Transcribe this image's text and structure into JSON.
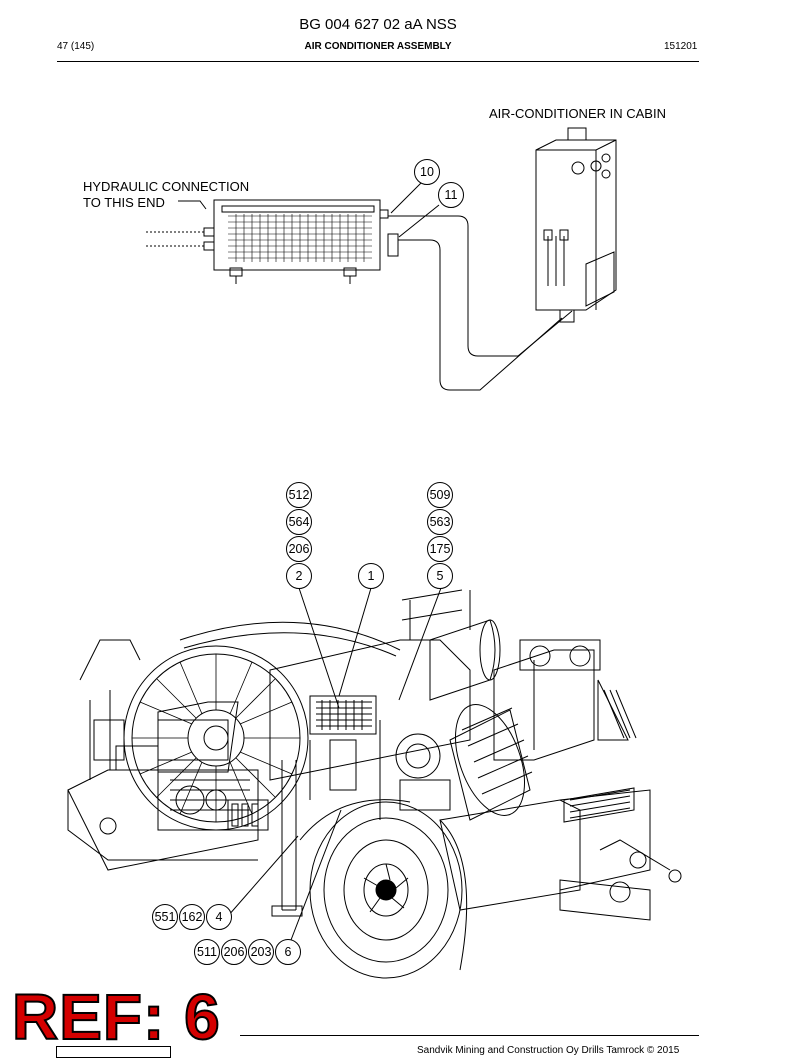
{
  "header": {
    "doc_id": "BG 004 627 02 aA NSS",
    "page": "47 (145)",
    "title": "AIR CONDITIONER ASSEMBLY",
    "code": "151201"
  },
  "diagram": {
    "label_cabin": "AIR-CONDITIONER IN CABIN",
    "label_hydraulic_line1": "HYDRAULIC CONNECTION",
    "label_hydraulic_line2": "TO THIS END",
    "callouts": {
      "c10": "10",
      "c11": "11",
      "c512": "512",
      "c564": "564",
      "c206a": "206",
      "c2": "2",
      "c1": "1",
      "c509": "509",
      "c563": "563",
      "c175": "175",
      "c5": "5",
      "c551": "551",
      "c162": "162",
      "c4": "4",
      "c511": "511",
      "c206b": "206",
      "c203": "203",
      "c6": "6"
    }
  },
  "stamp": {
    "text": "REF: 6",
    "color": "#d40000"
  },
  "footer": {
    "text": "Sandvik Mining and Construction Oy Drills Tamrock © 2015"
  }
}
